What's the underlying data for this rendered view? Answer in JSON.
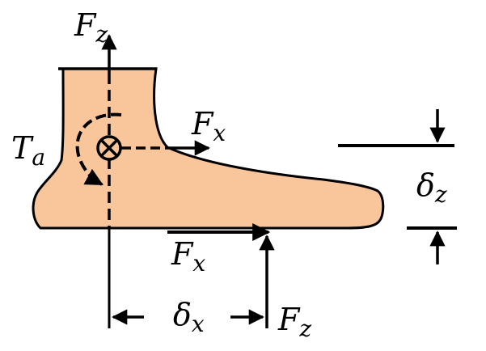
{
  "diagram": {
    "colors": {
      "foot_fill": "#F9C69B",
      "outline": "#000000",
      "background": "#FFFFFF"
    },
    "labels": {
      "fz_top": {
        "main": "F",
        "sub": "z"
      },
      "fx_ankle": {
        "main": "F",
        "sub": "x"
      },
      "ta": {
        "main": "T",
        "sub": "a"
      },
      "delta_z": {
        "main": "δ",
        "sub": "z"
      },
      "fx_ground": {
        "main": "F",
        "sub": "x"
      },
      "delta_x": {
        "main": "δ",
        "sub": "x"
      },
      "fz_ground": {
        "main": "F",
        "sub": "z"
      }
    },
    "icons": {
      "ankle_joint": "circled-times-icon",
      "torque": "dashed-curved-arrow-icon"
    }
  }
}
